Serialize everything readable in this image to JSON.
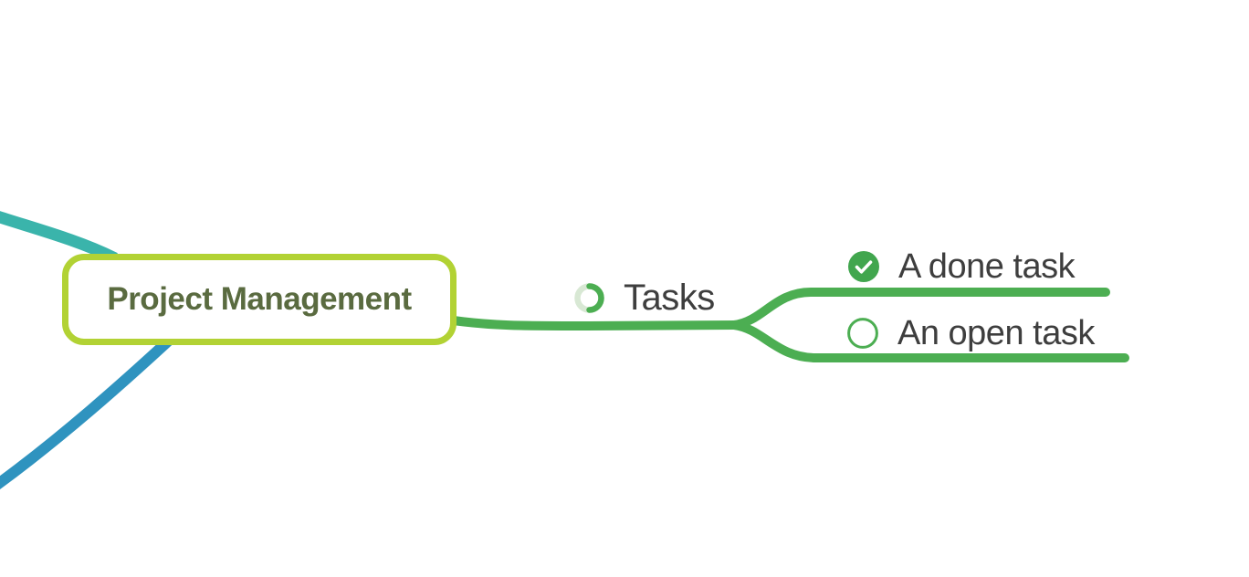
{
  "app": {
    "name": "mind-map-canvas",
    "background_color": "#ffffff"
  },
  "colors": {
    "root_border_lime": "#b2d234",
    "root_text_olive": "#5a6b40",
    "branch_green": "#4cae52",
    "done_circle_green": "#41a64e",
    "open_circle_green": "#4cae52",
    "progress_track_pale": "#d8e8d4",
    "progress_fill_green": "#4cae52",
    "teal_branch": "#3ab4ab",
    "blue_branch": "#2f93bf",
    "label_gray": "#3e3e3e",
    "check_white": "#ffffff"
  },
  "mindmap": {
    "root": {
      "label": "Project Management"
    },
    "offscreen_branches": [
      {
        "name": "teal-branch-upper-left"
      },
      {
        "name": "blue-branch-lower-left"
      }
    ],
    "tasks_node": {
      "label": "Tasks",
      "icon": "progress-ring-icon",
      "progress_percent": 50
    },
    "children": [
      {
        "label": "A done task",
        "state": "done",
        "icon": "checked-circle-icon"
      },
      {
        "label": "An open task",
        "state": "open",
        "icon": "open-circle-icon"
      }
    ]
  }
}
